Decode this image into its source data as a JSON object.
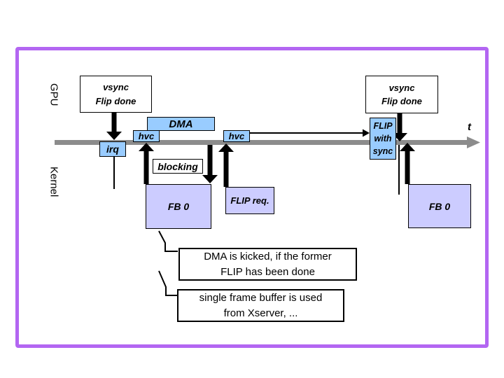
{
  "slide": {
    "lanes": {
      "gpu": "GPU",
      "kernel": "Kernel"
    },
    "axis": {
      "t_label": "t"
    },
    "colors": {
      "frame_border": "#b366f2",
      "process_box_fill": "#99ccff",
      "buffer_box_fill": "#ccccff",
      "timeline": "#8c8c8c",
      "arrow": "#000000"
    },
    "events": {
      "vsync_left": "vsync\nFlip done",
      "vsync_right": "vsync\nFlip done",
      "dma": "DMA",
      "hvc_left": "hvc",
      "hvc_right": "hvc",
      "irq": "irq",
      "blocking": "blocking",
      "flip_with_sync": "FLIP\nwith\nsync",
      "fb0_left": "FB 0",
      "flip_req": "FLIP req.",
      "fb0_right": "FB 0"
    },
    "callouts": {
      "dma_note": "DMA is kicked, if the former\nFLIP has been done",
      "xserver_note": "single frame buffer is used\nfrom Xserver, ..."
    }
  }
}
